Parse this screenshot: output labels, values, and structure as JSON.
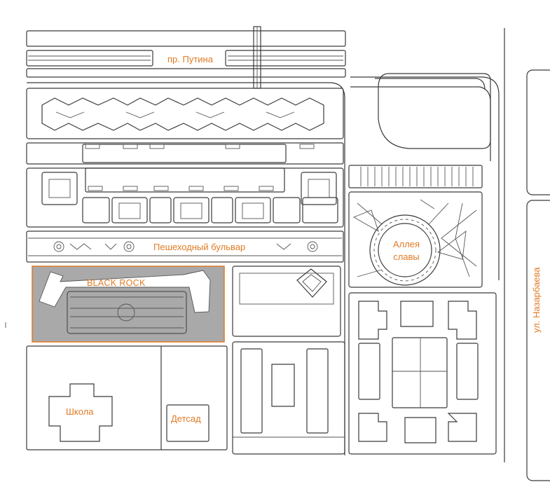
{
  "labels": {
    "avenue": "пр. Путина",
    "boulevard": "Пешеходный бульвар",
    "highlight": "BLACK ROCK",
    "alley_line1": "Аллея",
    "alley_line2": "славы",
    "street": "ул. Назарбаева",
    "school": "Школа",
    "kindergarten": "Детсад"
  },
  "colors": {
    "accent": "#e07b24",
    "highlight_fill": "#a9a9a9",
    "line": "#3a3a3a",
    "background": "#ffffff"
  }
}
